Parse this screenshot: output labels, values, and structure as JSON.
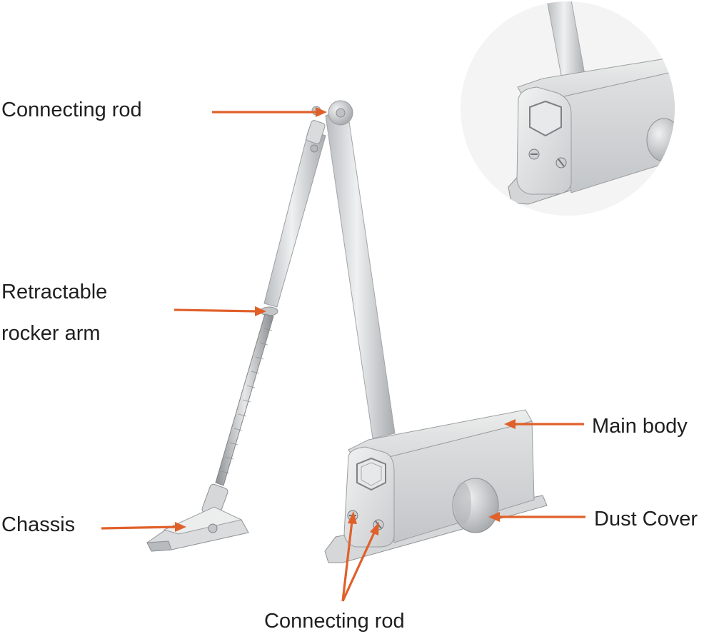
{
  "labels": {
    "connecting_rod_top": "Connecting rod",
    "retractable_line1": "Retractable",
    "retractable_line2": "rocker arm",
    "chassis": "Chassis",
    "main_body": "Main body",
    "dust_cover": "Dust Cover",
    "connecting_rod_bottom": "Connecting rod"
  },
  "colors": {
    "arrow": "#e0602a",
    "metal_light": "#e4e5e6",
    "metal_mid": "#c8cacc",
    "metal_dark": "#9ea1a4",
    "inset_bg": "#f3f3f3"
  }
}
